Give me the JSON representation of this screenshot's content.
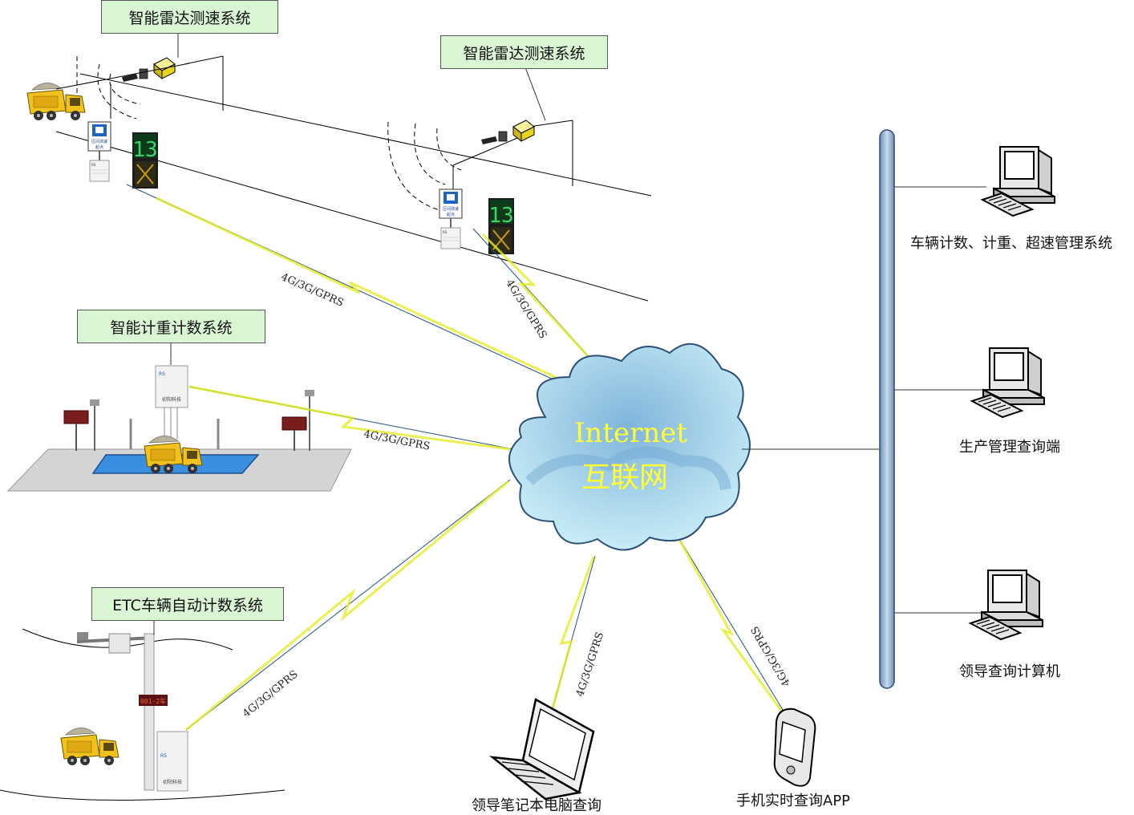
{
  "systems": {
    "radar1": "智能雷达测速系统",
    "radar2": "智能雷达测速系统",
    "weigh": "智能计重计数系统",
    "etc": "ETC车辆自动计数系统"
  },
  "cloud": {
    "title": "Internet",
    "subtitle": "互联网"
  },
  "links": {
    "radar1": "4G/3G/GPRS",
    "radar2": "4G/3G/GPRS",
    "weigh": "4G/3G/GPRS",
    "etc": "4G/3G/GPRS",
    "laptop": "4G/3G/GPRS",
    "phone": "4G/3G/GPRS"
  },
  "terminals": {
    "pc1": "车辆计数、计重、超速管理系统",
    "pc2": "生产管理查询端",
    "pc3": "领导查询计算机",
    "laptop": "领导笔记本电脑查询",
    "phone": "手机实时查询APP"
  },
  "devices": {
    "speed_display": "13",
    "sign_text": "区间测速起点",
    "weigh_box_brand": "初阳科技",
    "etc_display": "001-2车"
  },
  "colors": {
    "sys_box_fill": "#d9f5d4",
    "lightning": "#ffff33",
    "cloud_fill": "#b9e4f2",
    "bus_fill": "#a9c3da",
    "truck_yellow": "#f2c21c"
  }
}
